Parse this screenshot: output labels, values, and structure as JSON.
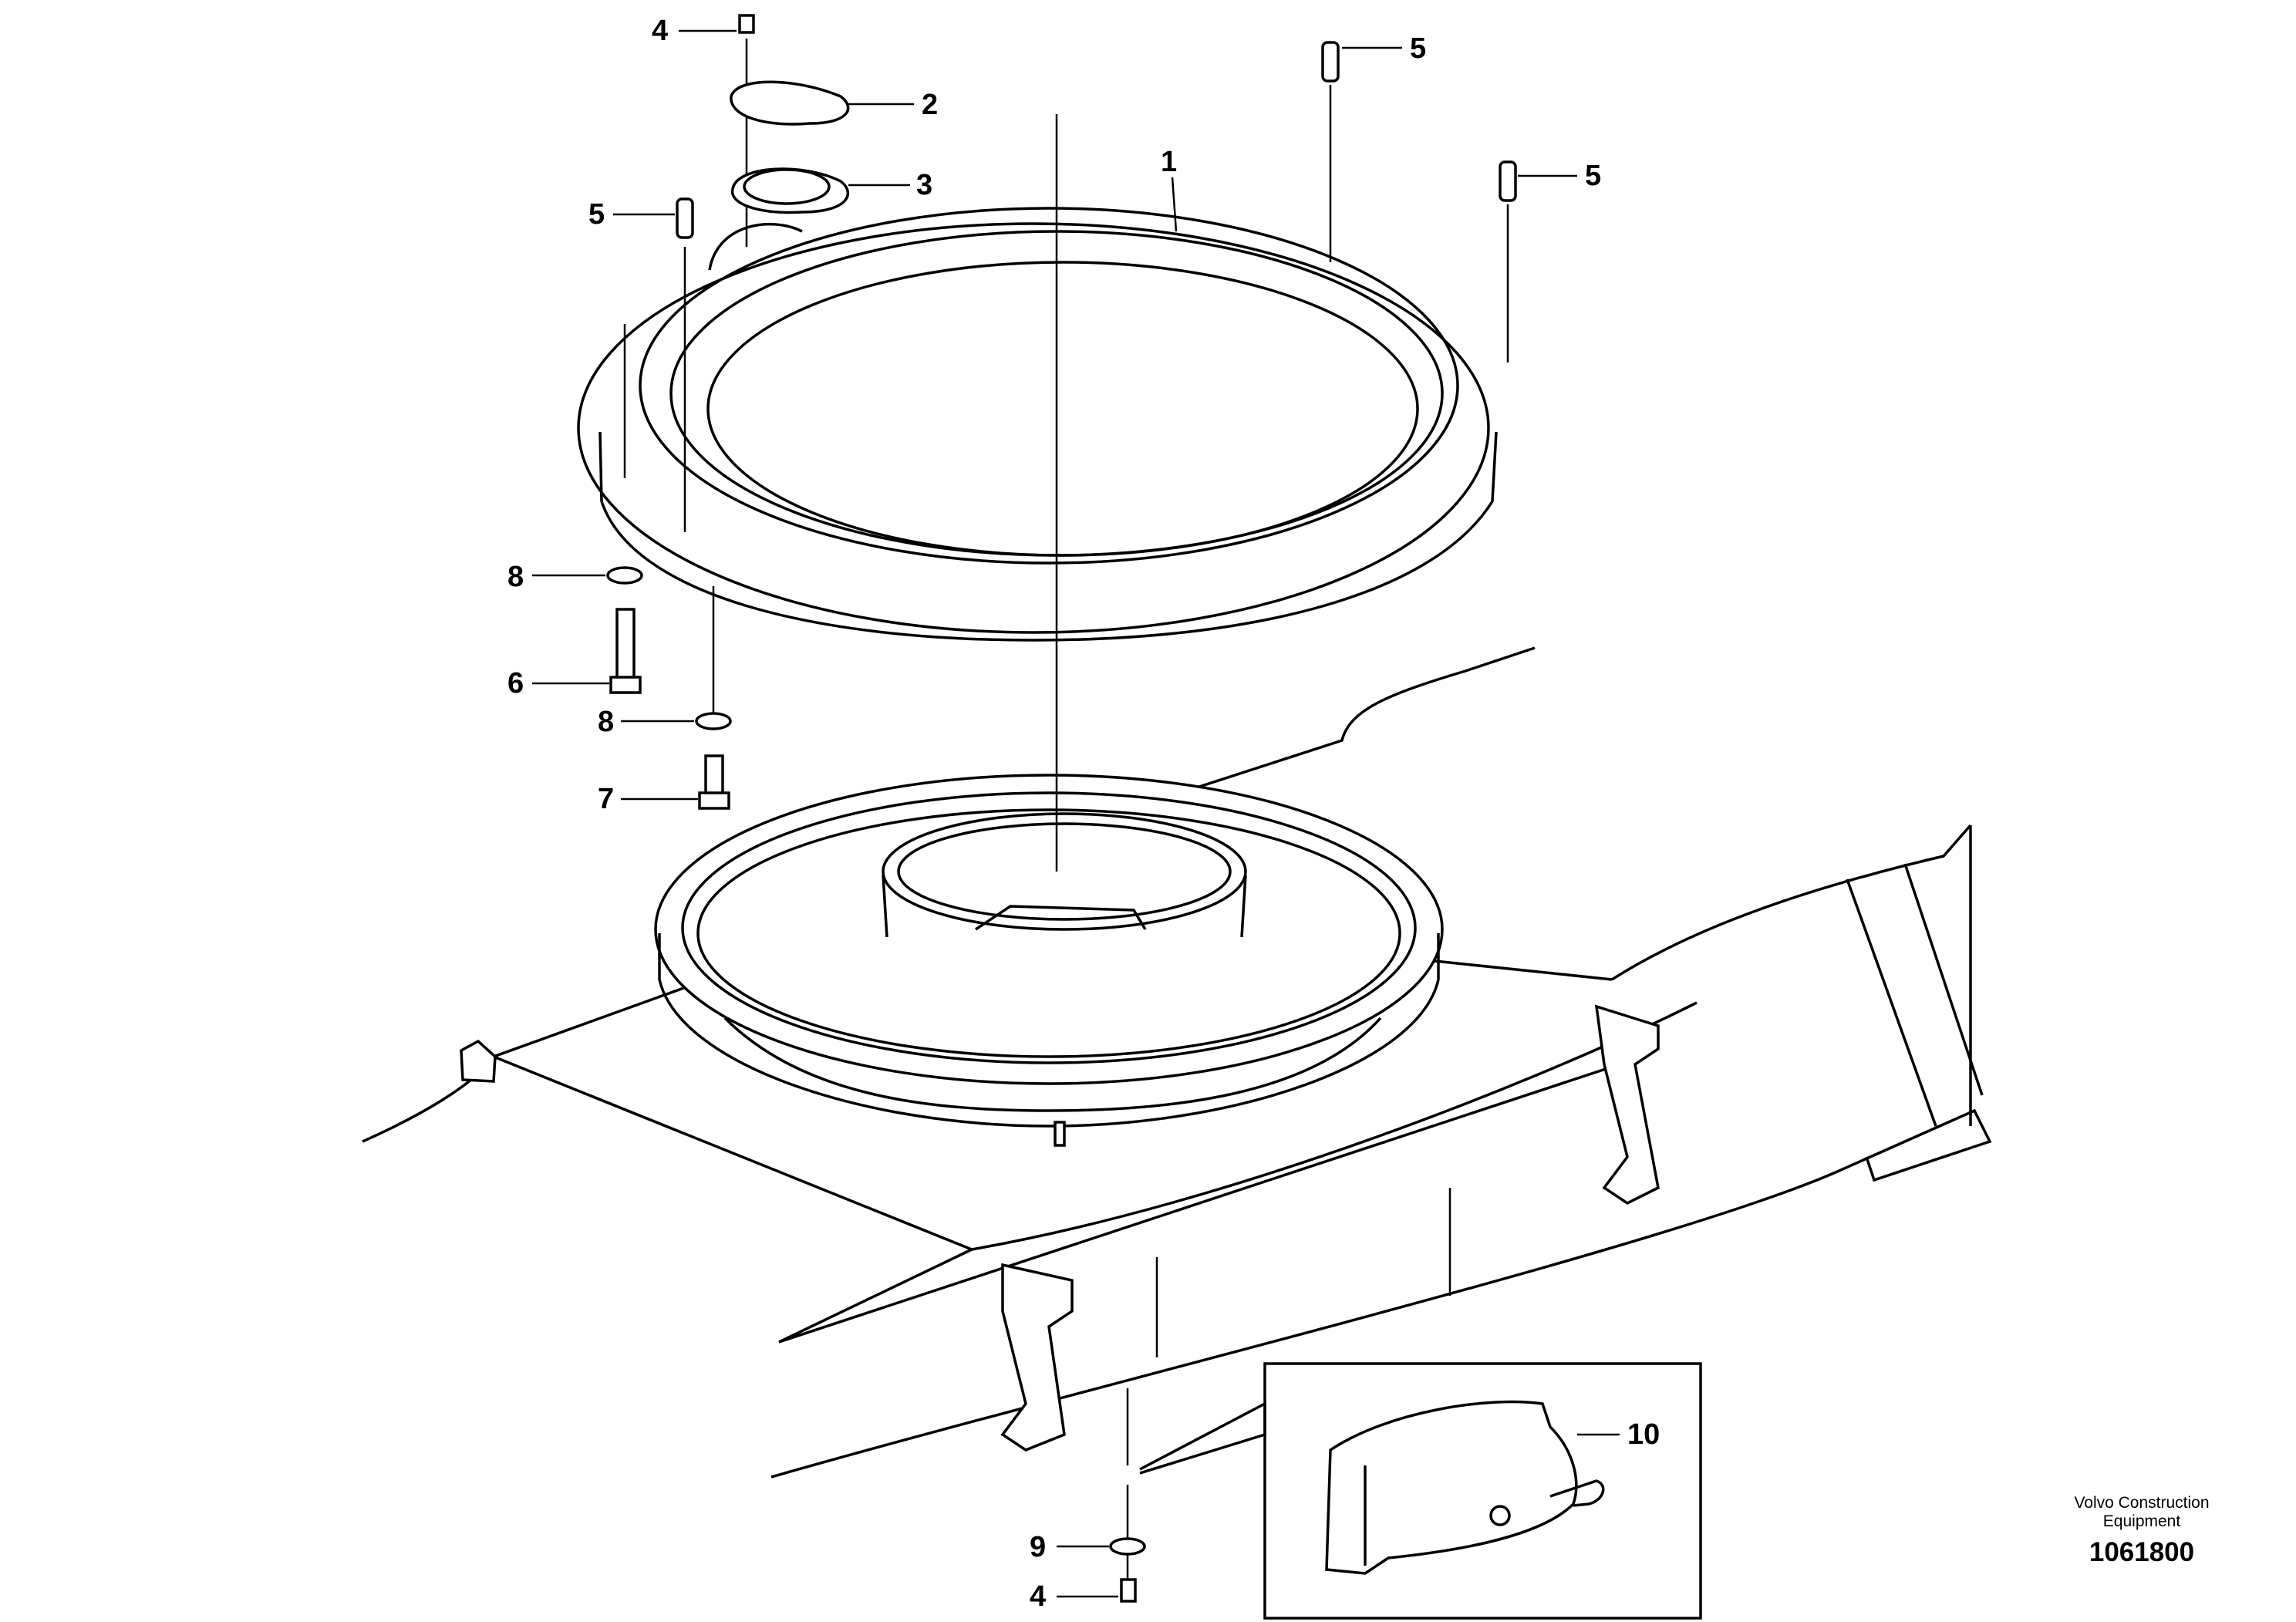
{
  "callouts": {
    "c1": "1",
    "c2": "2",
    "c3": "3",
    "c4_top": "4",
    "c4_bottom": "4",
    "c5_left": "5",
    "c5_top": "5",
    "c5_right": "5",
    "c6": "6",
    "c7": "7",
    "c8_upper": "8",
    "c8_lower": "8",
    "c9": "9",
    "c10": "10"
  },
  "publisher": {
    "company": "Volvo Construction Equipment",
    "drawing_number": "1061800"
  }
}
